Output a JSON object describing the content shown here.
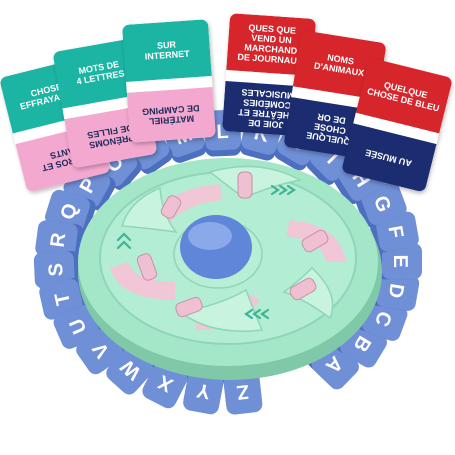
{
  "colors": {
    "card_teal": "#1cb5a3",
    "card_pink": "#f3a8cf",
    "card_red": "#d6262c",
    "card_navy": "#1c2c70",
    "board_green": "#9fe3c4",
    "tile_blue": "#6f8fd6",
    "slot_pink": "#f1c5d6",
    "dome_blue": "#5b82d6"
  },
  "cards": [
    {
      "top_text": "CHOSE\nEFFRAYANTE",
      "bottom_text": "HÉROS ET\nANTS",
      "theme": "teal_pink"
    },
    {
      "top_text": "MOTS DE\n4 LETTRES",
      "bottom_text": "PRÉNOMS\nDE FILLES",
      "theme": "teal_pink"
    },
    {
      "top_text": "SUR\nINTERNET",
      "bottom_text": "MATÉRIEL\nDE CAMPING",
      "theme": "teal_pink"
    },
    {
      "top_text": "QUES QUE\nVEND UN\nMARCHAND\nDE JOURNAUX",
      "bottom_text": "JOIE DE\nTHÉÂTRE ET\nCOMÉDIES\nMUSICALES",
      "theme": "red_navy"
    },
    {
      "top_text": "NOMS\nD'ANIMAUX",
      "bottom_text": "QUELQUE\nCHOSE\nDE OR",
      "theme": "red_navy"
    },
    {
      "top_text": "QUELQUE\nCHOSE DE BLEU",
      "bottom_text": "AU MUSÉE",
      "theme": "red_navy"
    }
  ],
  "letters": [
    "A",
    "B",
    "C",
    "D",
    "E",
    "F",
    "G",
    "H",
    "I",
    "J",
    "K",
    "L",
    "M",
    "N",
    "O",
    "P",
    "Q",
    "R",
    "S",
    "T",
    "U",
    "V",
    "W",
    "X",
    "Y",
    "Z"
  ]
}
